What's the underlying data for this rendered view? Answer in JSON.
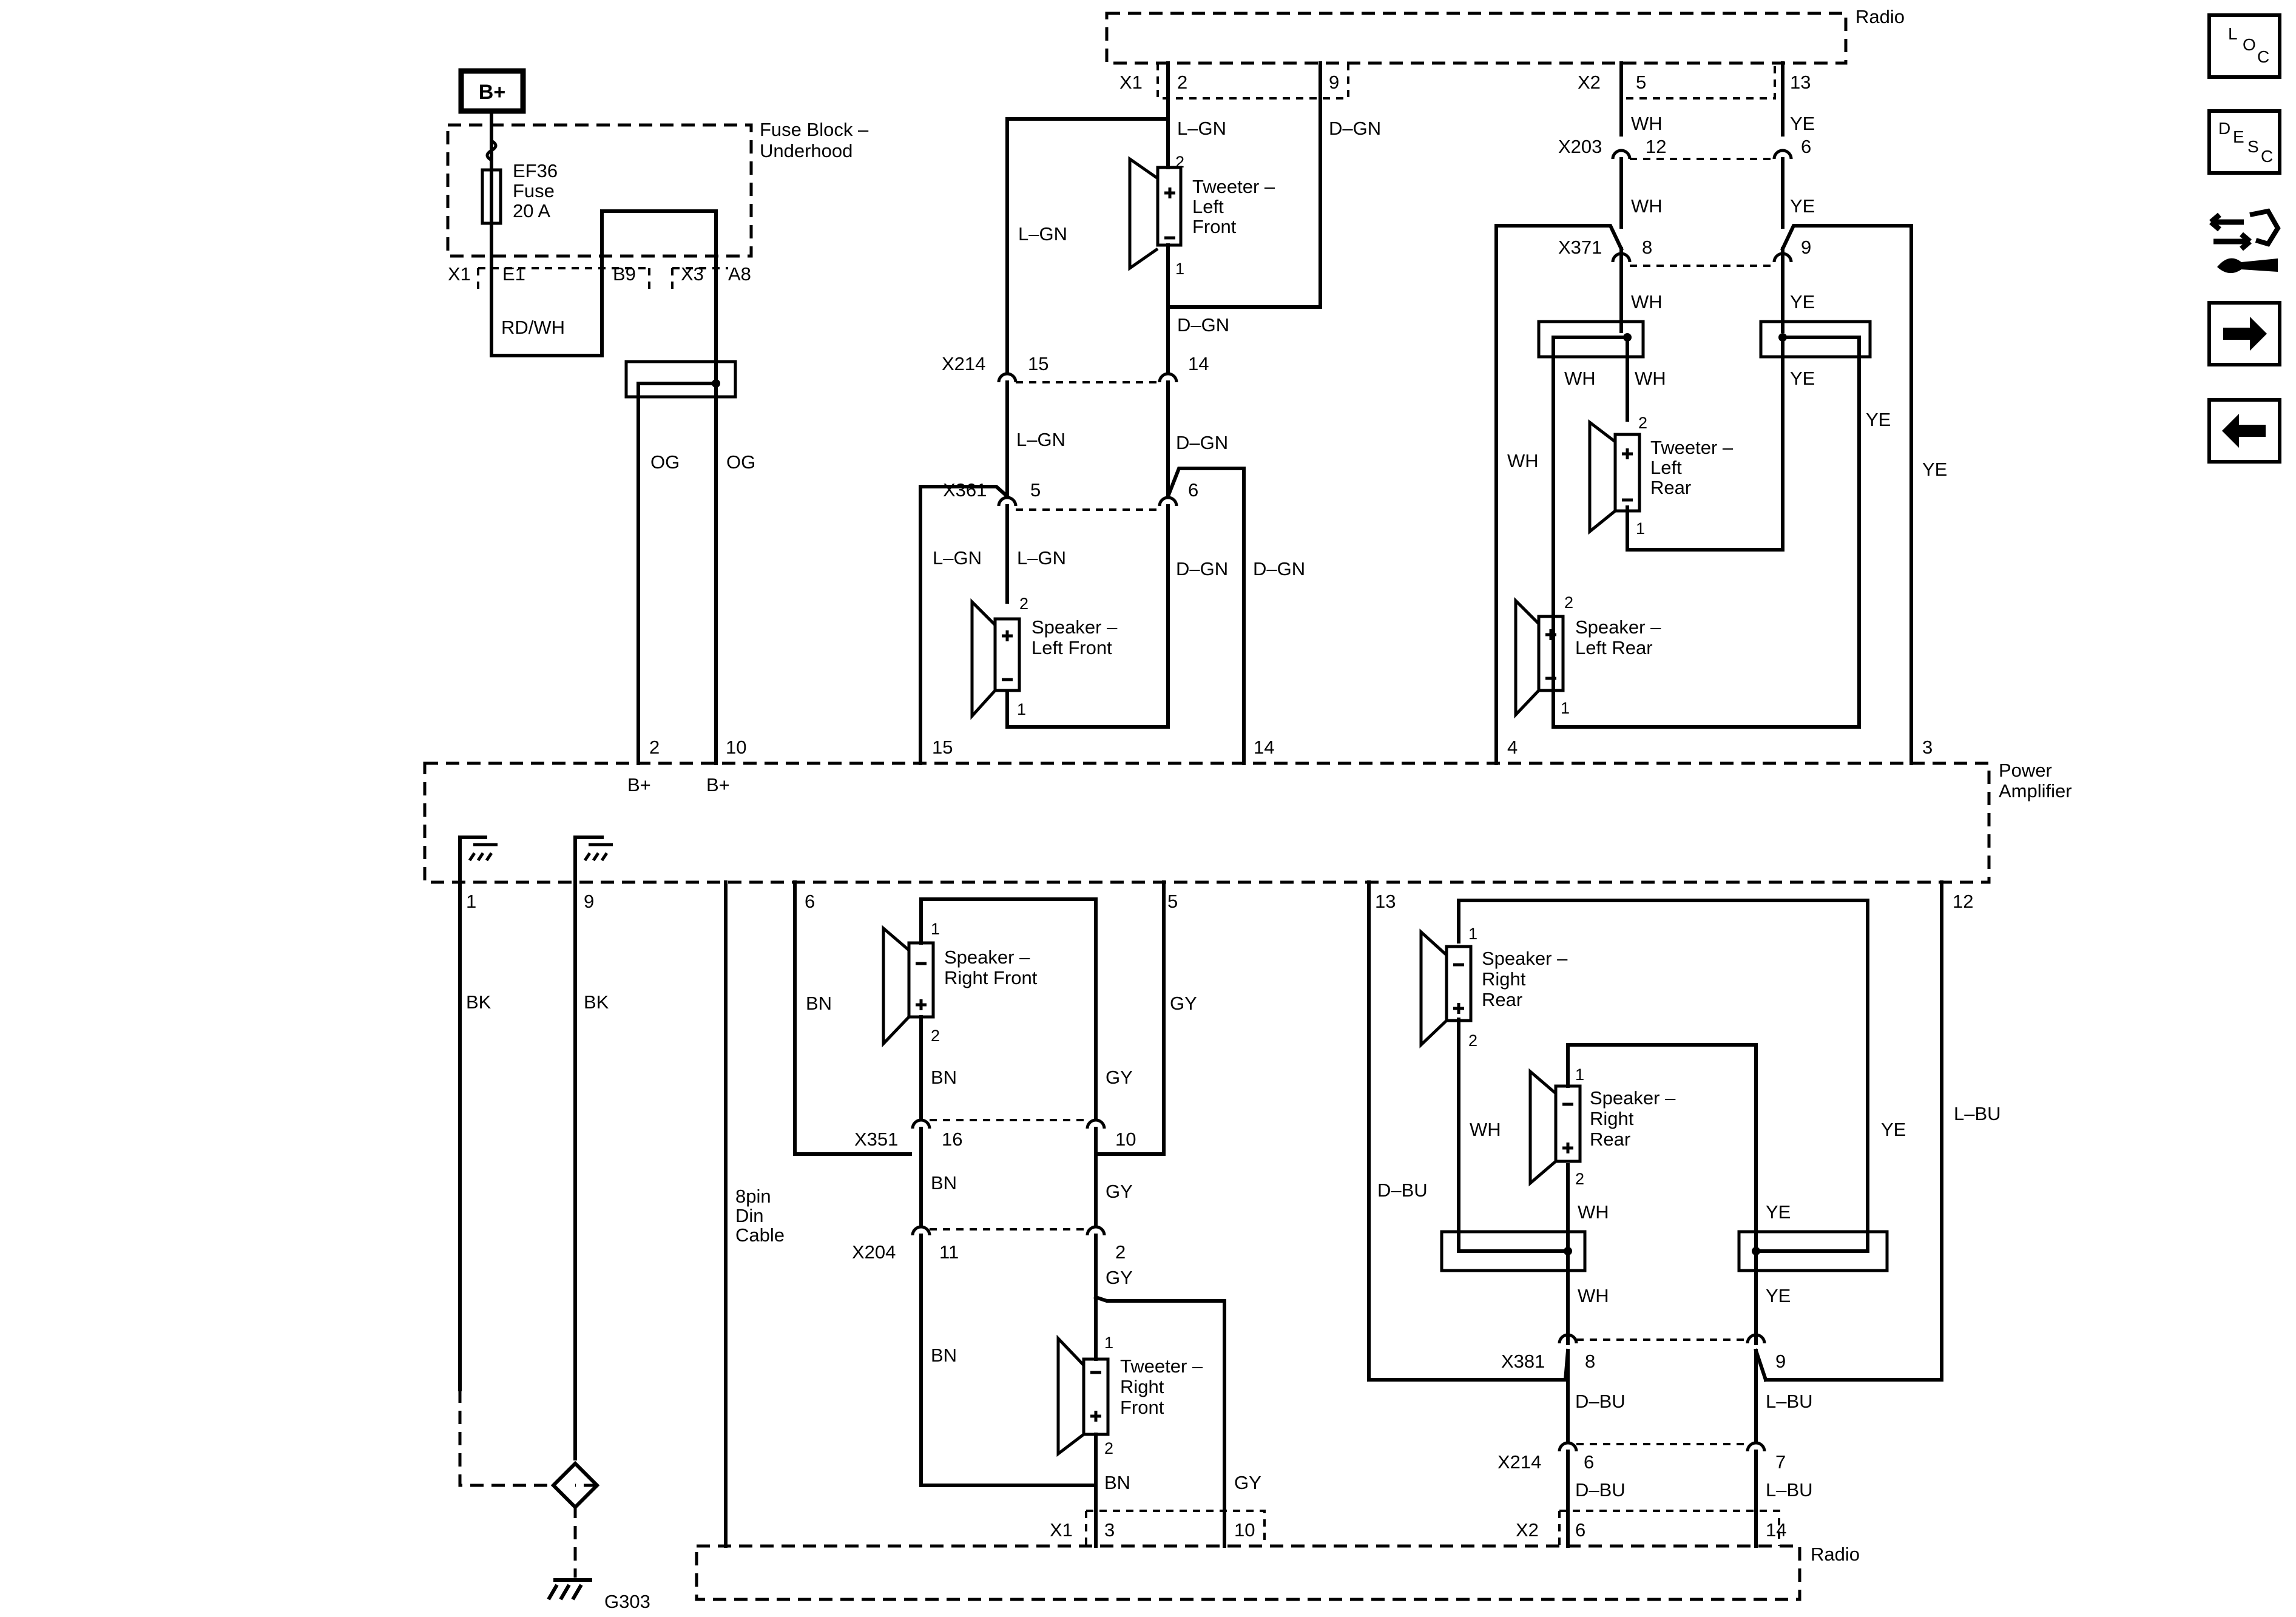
{
  "power_source": "B+",
  "fuse_block": {
    "title_line1": "Fuse Block –",
    "title_line2": "Underhood",
    "fuse_line1": "EF36",
    "fuse_line2": "Fuse",
    "fuse_line3": "20 A",
    "conn_x1": "X1",
    "pin_e1": "E1",
    "pin_b9": "B9",
    "conn_x3": "X3",
    "pin_a8": "A8"
  },
  "wire_colors": {
    "rd_wh": "RD/WH",
    "og": "OG",
    "l_gn": "L–GN",
    "d_gn": "D–GN",
    "wh": "WH",
    "ye": "YE",
    "bk": "BK",
    "bn": "BN",
    "gy": "GY",
    "d_bu": "D–BU",
    "l_bu": "L–BU"
  },
  "radio_top": {
    "label": "Radio",
    "conn_x1": "X1",
    "conn_x2": "X2",
    "pin_2": "2",
    "pin_9": "9",
    "pin_5": "5",
    "pin_13": "13"
  },
  "radio_bottom": {
    "label": "Radio",
    "conn_x1": "X1",
    "conn_x2": "X2",
    "pin_3": "3",
    "pin_10": "10",
    "pin_6": "6",
    "pin_14": "14"
  },
  "power_amplifier": {
    "line1": "Power",
    "line2": "Amplifier",
    "top_pins": [
      "2",
      "10",
      "15",
      "14",
      "4",
      "3"
    ],
    "b_plus": [
      "B+",
      "B+"
    ],
    "bottom_pins": [
      "1",
      "9",
      "6",
      "5",
      "13",
      "12"
    ]
  },
  "connectors": {
    "x214_l": {
      "name": "X214",
      "a": "15",
      "b": "14"
    },
    "x361": {
      "name": "X361",
      "a": "5",
      "b": "6"
    },
    "x203": {
      "name": "X203",
      "a": "12",
      "b": "6"
    },
    "x371": {
      "name": "X371",
      "a": "8",
      "b": "9"
    },
    "x351": {
      "name": "X351",
      "a": "16",
      "b": "10"
    },
    "x204": {
      "name": "X204",
      "a": "11",
      "b": "2"
    },
    "x381": {
      "name": "X381",
      "a": "8",
      "b": "9"
    },
    "x214_r": {
      "name": "X214",
      "a": "6",
      "b": "7"
    }
  },
  "components": {
    "tweeter_lf": {
      "l1": "Tweeter –",
      "l2": "Left",
      "l3": "Front",
      "p1": "1",
      "p2": "2"
    },
    "speaker_lf": {
      "l1": "Speaker –",
      "l2": "Left Front",
      "p1": "1",
      "p2": "2"
    },
    "tweeter_lr": {
      "l1": "Tweeter –",
      "l2": "Left",
      "l3": "Rear",
      "p1": "1",
      "p2": "2"
    },
    "speaker_lr": {
      "l1": "Speaker –",
      "l2": "Left Rear",
      "p1": "1",
      "p2": "2"
    },
    "speaker_rf": {
      "l1": "Speaker –",
      "l2": "Right Front",
      "p1": "1",
      "p2": "2"
    },
    "tweeter_rf": {
      "l1": "Tweeter –",
      "l2": "Right",
      "l3": "Front",
      "p1": "1",
      "p2": "2"
    },
    "speaker_rr1": {
      "l1": "Speaker –",
      "l2": "Right",
      "l3": "Rear",
      "p1": "1",
      "p2": "2"
    },
    "speaker_rr2": {
      "l1": "Speaker –",
      "l2": "Right",
      "l3": "Rear",
      "p1": "1",
      "p2": "2"
    }
  },
  "cable": {
    "l1": "8pin",
    "l2": "Din",
    "l3": "Cable"
  },
  "ground": {
    "name": "G303"
  },
  "nav": {
    "loc": [
      "L",
      "O",
      "C"
    ],
    "desc": [
      "D",
      "E",
      "S",
      "C"
    ],
    "swap_icon": "connector-swap-icon",
    "next_icon": "arrow-right-icon",
    "prev_icon": "arrow-left-icon"
  }
}
